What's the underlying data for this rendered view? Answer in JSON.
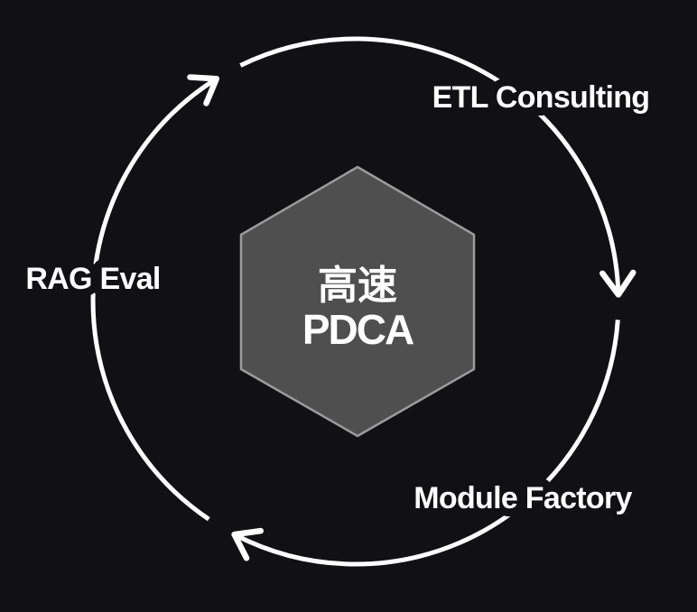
{
  "colors": {
    "background": "#111113",
    "stroke": "#ffffff",
    "text": "#ffffff",
    "hexagon_fill": "#4f4f4f",
    "hexagon_border": "#9b9b9b"
  },
  "diagram": {
    "center": {
      "line1": "高速",
      "line2": "PDCA"
    },
    "labels": {
      "top_right": "ETL Consulting",
      "left": "RAG Eval",
      "bottom_right": "Module Factory"
    },
    "cycle": {
      "direction": "clockwise",
      "arrow_count": 3,
      "arrowhead_icon": "chevron-arrow-icon"
    }
  }
}
